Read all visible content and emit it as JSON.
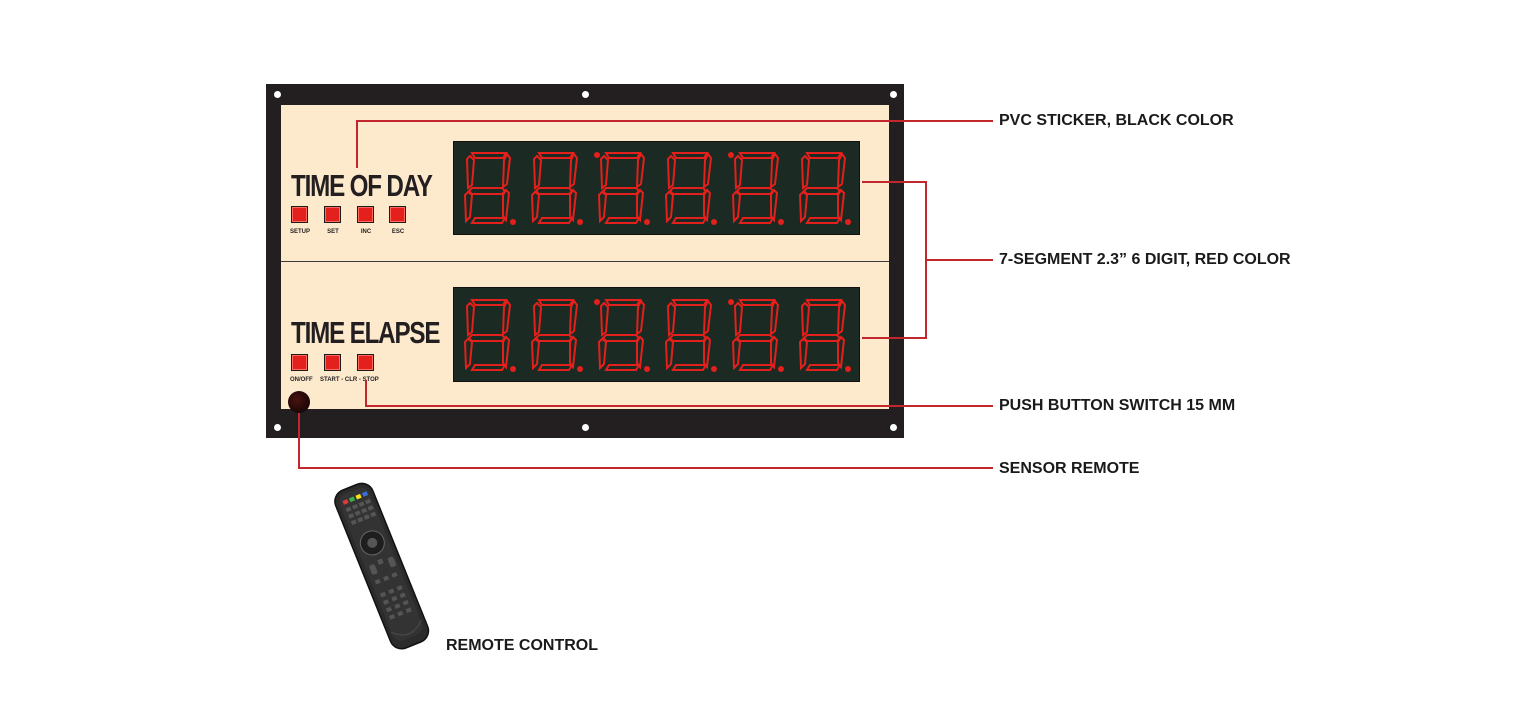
{
  "panel": {
    "frame_color": "#231f20",
    "face_color": "#fde9cc",
    "segment_color": "#e3201b",
    "display_bg": "#1b2a22",
    "sections": [
      {
        "title": "TIME OF DAY",
        "digit_count": 6,
        "buttons": [
          {
            "label": "SETUP"
          },
          {
            "label": "SET"
          },
          {
            "label": "INC"
          },
          {
            "label": "ESC"
          }
        ]
      },
      {
        "title": "TIME ELAPSE",
        "digit_count": 6,
        "buttons": [
          {
            "label": ""
          },
          {
            "label": ""
          },
          {
            "label": ""
          }
        ],
        "button_captions": [
          "ON/OFF",
          "START - CLR - STOP"
        ]
      }
    ]
  },
  "callouts": [
    {
      "label": "PVC STICKER, BLACK COLOR"
    },
    {
      "label": "7-SEGMENT 2.3” 6 DIGIT, RED COLOR"
    },
    {
      "label": "PUSH BUTTON SWITCH 15 MM"
    },
    {
      "label": "SENSOR REMOTE"
    },
    {
      "label": "REMOTE CONTROL"
    }
  ],
  "callout_line_color": "#c1272d",
  "icons": [
    "sensor-icon",
    "remote-control-icon",
    "seven-segment-digit-icon",
    "mount-hole-icon"
  ]
}
